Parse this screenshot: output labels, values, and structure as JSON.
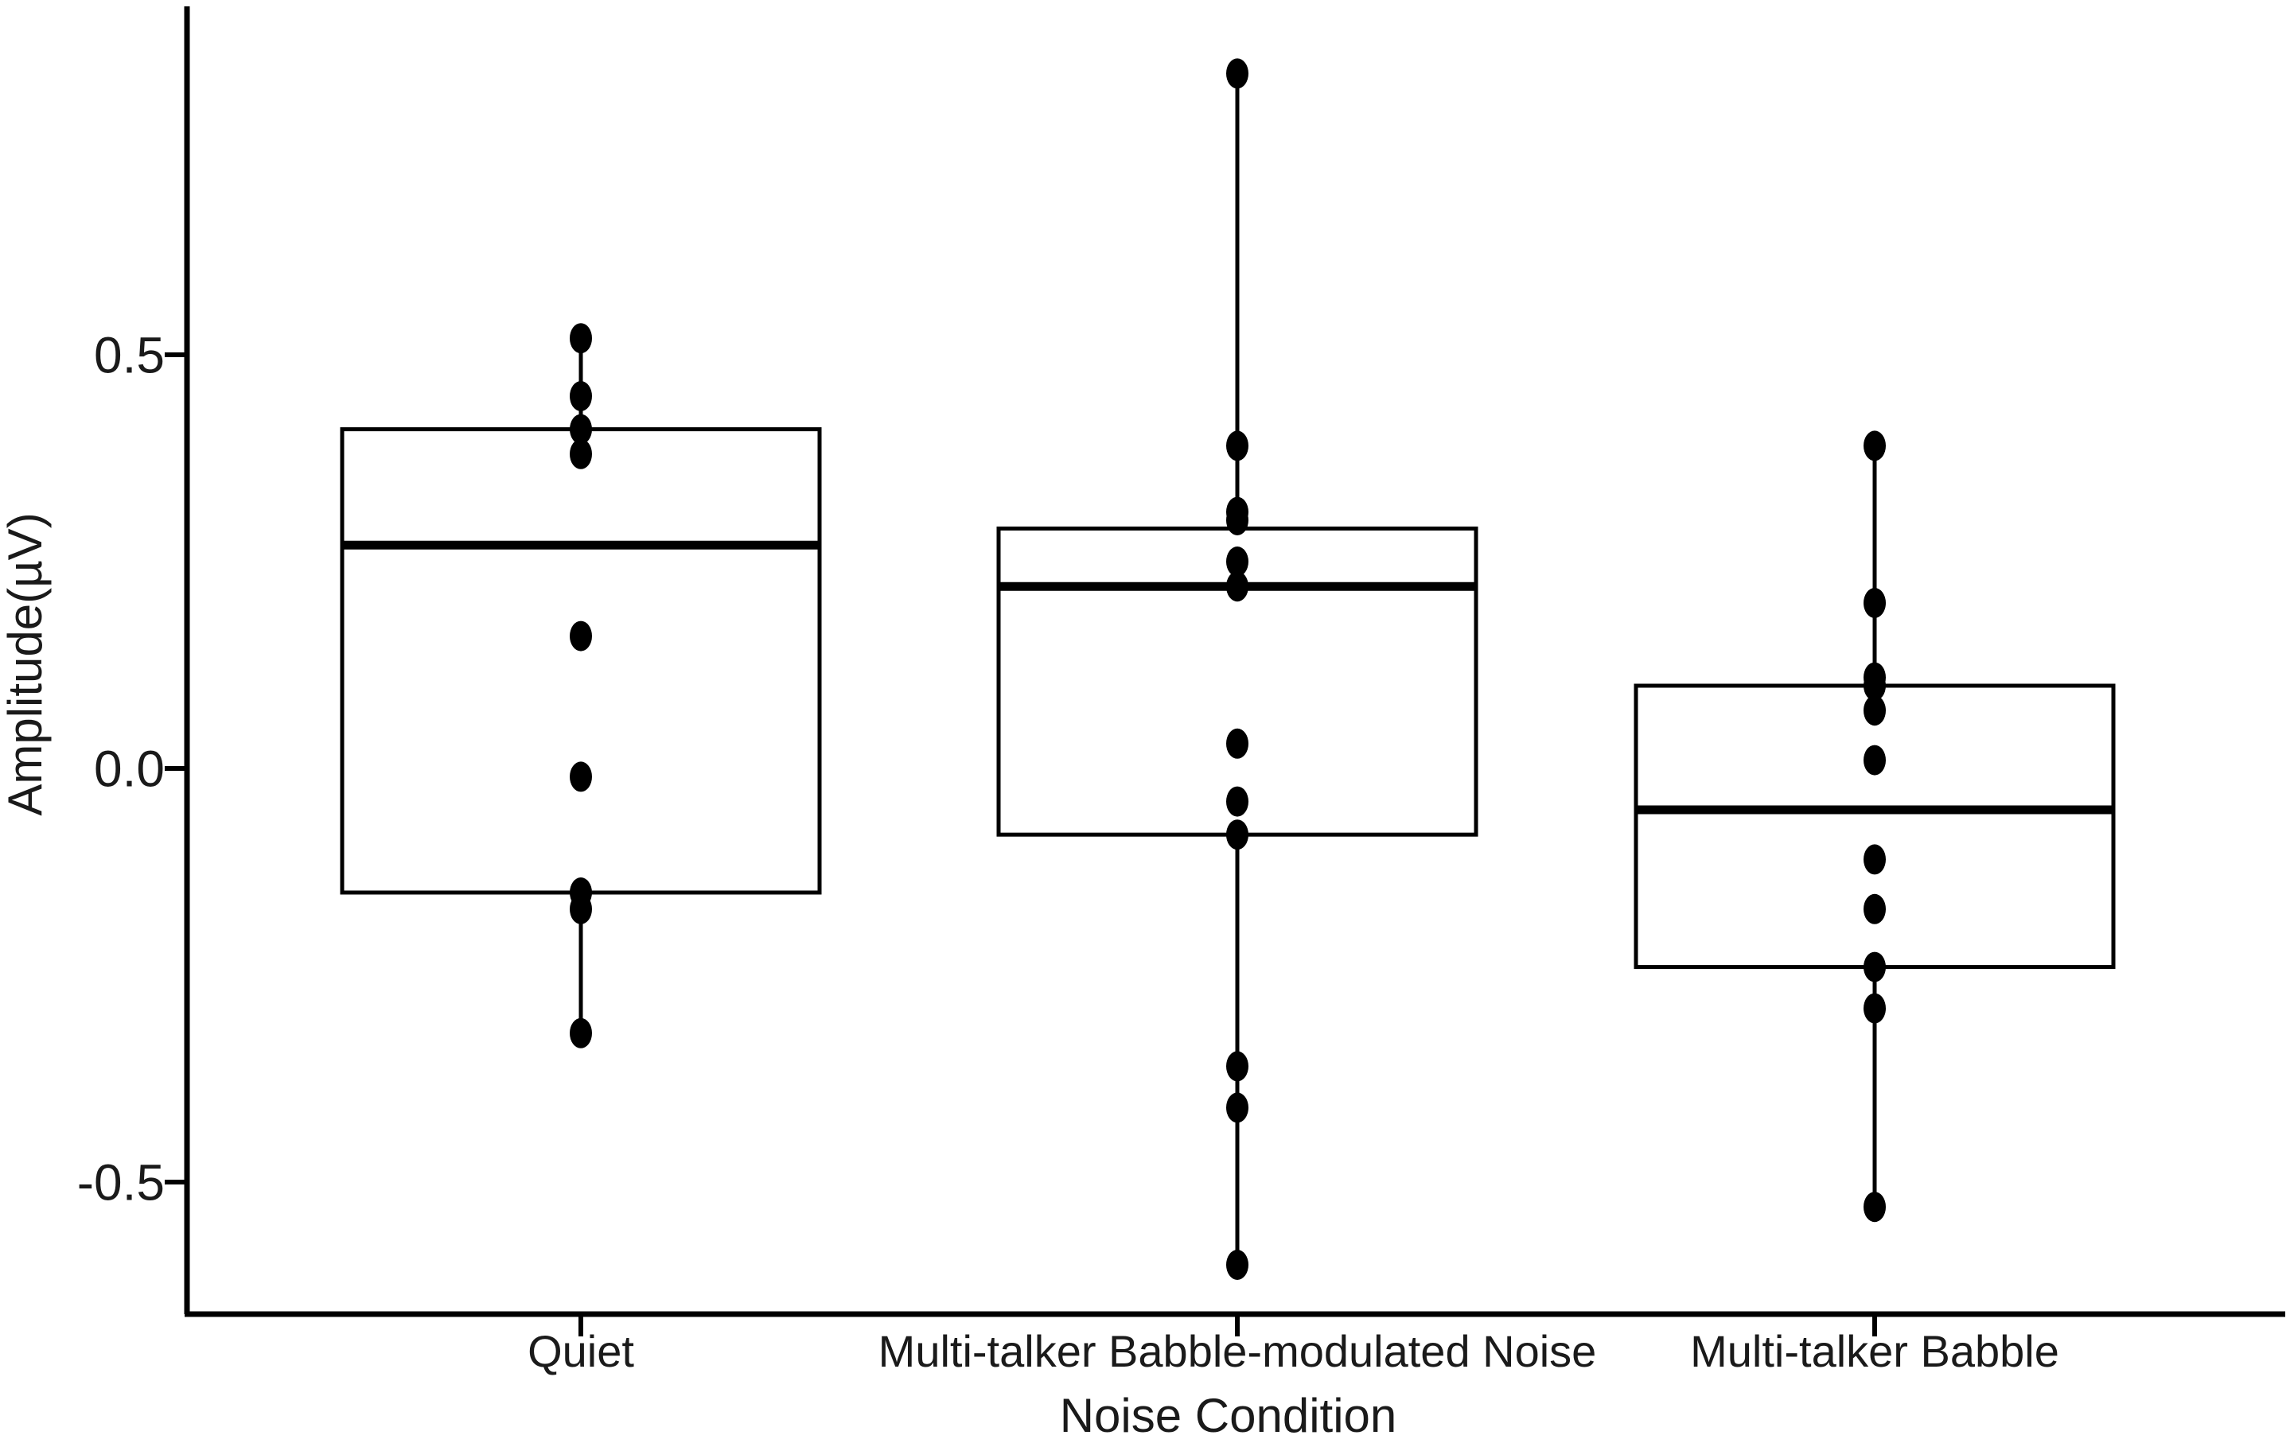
{
  "figure": {
    "background_color": "#ffffff",
    "stroke_color": "#000000",
    "text_color": "#1a1a1a"
  },
  "y_axis": {
    "title": "Amplitude(µV)",
    "tick_labels": [
      "0.5",
      "0.0",
      "-0.5"
    ]
  },
  "x_axis": {
    "title": "Noise Condition",
    "category_labels": [
      "Quiet",
      "Multi-talker Babble-modulated Noise",
      "Multi-talker Babble"
    ]
  },
  "chart_data": {
    "type": "boxplot",
    "title": "",
    "xlabel": "Noise Condition",
    "ylabel": "Amplitude(µV)",
    "ylim": [
      -0.66,
      0.92
    ],
    "yticks": [
      0.5,
      0.0,
      -0.5
    ],
    "grid": false,
    "legend": "none",
    "categories": [
      "Quiet",
      "Multi-talker Babble-modulated Noise",
      "Multi-talker Babble"
    ],
    "series": [
      {
        "name": "Quiet",
        "q1": -0.15,
        "median": 0.27,
        "q3": 0.41,
        "whisker_low": -0.32,
        "whisker_high": 0.52,
        "points": [
          0.52,
          0.45,
          0.41,
          0.38,
          0.16,
          -0.01,
          -0.15,
          -0.17,
          -0.32
        ]
      },
      {
        "name": "Multi-talker Babble-modulated Noise",
        "q1": -0.08,
        "median": 0.22,
        "q3": 0.29,
        "whisker_low": -0.6,
        "whisker_high": 0.84,
        "points": [
          0.84,
          0.39,
          0.31,
          0.3,
          0.25,
          0.22,
          0.03,
          -0.04,
          -0.08,
          -0.36,
          -0.41,
          -0.6
        ]
      },
      {
        "name": "Multi-talker Babble",
        "q1": -0.24,
        "median": -0.05,
        "q3": 0.1,
        "whisker_low": -0.53,
        "whisker_high": 0.39,
        "points": [
          0.39,
          0.2,
          0.11,
          0.1,
          0.07,
          0.01,
          -0.11,
          -0.17,
          -0.24,
          -0.29,
          -0.53
        ]
      }
    ]
  }
}
